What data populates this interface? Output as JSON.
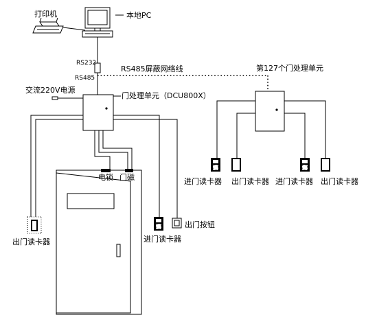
{
  "labels": {
    "printer": "打印机",
    "local_pc": "本地PC",
    "rs232": "RS232",
    "rs485_top": "RS485",
    "rs485_line": "RS485屏蔽网络线",
    "unit_127": "第127个门处理单元",
    "ac_power": "交流220V电源",
    "door_unit": "门处理单元（DCU800X）",
    "lock": "电锁",
    "magnet": "门磁",
    "exit_reader_left": "出门读卡器",
    "entry_reader_mid": "进门读卡器",
    "exit_button": "出门按钮",
    "r1": "进门读卡器",
    "r2": "出门读卡器",
    "r3": "进门读卡器",
    "r4": "出门读卡器"
  },
  "colors": {
    "line": "#000000",
    "background": "#ffffff"
  }
}
